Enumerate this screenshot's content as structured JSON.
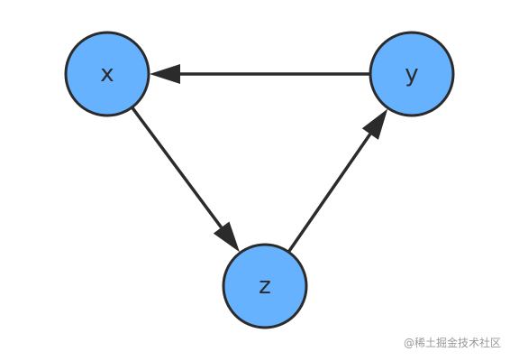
{
  "diagram": {
    "node_fill": "#66b2ff",
    "node_stroke": "#2b2b2b",
    "nodes": [
      {
        "id": "x",
        "label": "x"
      },
      {
        "id": "y",
        "label": "y"
      },
      {
        "id": "z",
        "label": "z"
      }
    ],
    "edges": [
      {
        "from": "y",
        "to": "x"
      },
      {
        "from": "x",
        "to": "z"
      },
      {
        "from": "z",
        "to": "y"
      }
    ]
  },
  "watermark": {
    "text": "@稀土掘金技术社区"
  }
}
